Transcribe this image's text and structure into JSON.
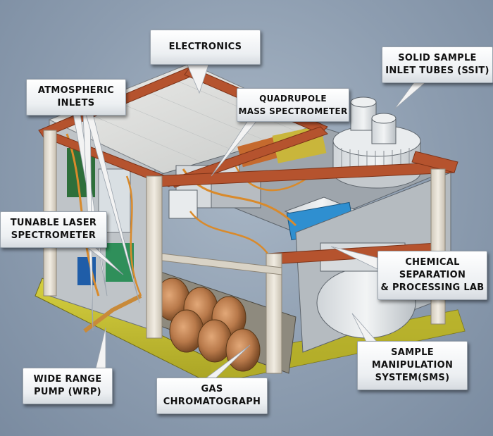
{
  "labels": {
    "electronics": [
      "ELECTRONICS"
    ],
    "ssit": [
      "SOLID SAMPLE",
      "INLET TUBES (SSIT)"
    ],
    "atmospheric": [
      "ATMOSPHERIC",
      "INLETS"
    ],
    "qms": [
      "QUADRUPOLE",
      "MASS SPECTROMETER"
    ],
    "tls": [
      "TUNABLE LASER",
      "SPECTROMETER"
    ],
    "cspl": [
      "CHEMICAL",
      "SEPARATION",
      "& PROCESSING LAB"
    ],
    "sms": [
      "SAMPLE",
      "MANIPULATION",
      "SYSTEM(SMS)"
    ],
    "wrp": [
      "WIDE RANGE",
      "PUMP (WRP)"
    ],
    "gc": [
      "GAS",
      "CHROMATOGRAPH"
    ]
  },
  "colors": {
    "frame": "#b5532e",
    "pillar": "#e6dfd2",
    "base_plate": "#c8c235",
    "panel": "#c9cdd1",
    "pump_copper": "#b8794a",
    "quadrupole_blue": "#2f8fd0",
    "pointer": "#f3f3f3"
  }
}
